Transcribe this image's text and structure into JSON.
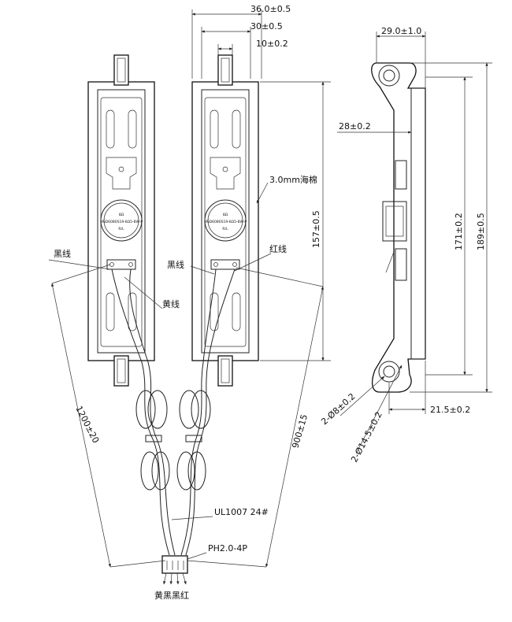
{
  "dims": {
    "width_total": "36.0±0.5",
    "width_inner": "30±0.5",
    "slot_width": "10±0.2",
    "side_width": "29.0±1.0",
    "depth": "28±0.2",
    "foam": "3.0mm海棉",
    "height_157": "157±0.5",
    "height_171": "171±0.2",
    "height_189": "189±0.5",
    "hole_small": "2-Ø8±0.2",
    "hole_large": "2-Ø14.5±0.2",
    "offset_215": "21.5±0.2",
    "cable_1200": "1200±20",
    "cable_900": "900±15"
  },
  "labels": {
    "black_wire_left": "黑线",
    "yellow_wire": "黄线",
    "black_wire_right": "黑线",
    "red_wire": "红线",
    "cable_spec": "UL1007 24#",
    "connector": "PH2.0-4P",
    "pin_order": "黄黑黑红"
  },
  "magnet_labels": {
    "left": [
      "8Ω",
      "MSD6080S19-6Ω5-8W-P",
      "R/L"
    ],
    "right": [
      "8Ω",
      "MSD6080S19-6Ω5-8W-P",
      "R/L"
    ]
  },
  "colors": {
    "line": "#222222",
    "foam_dots": "#444444"
  }
}
